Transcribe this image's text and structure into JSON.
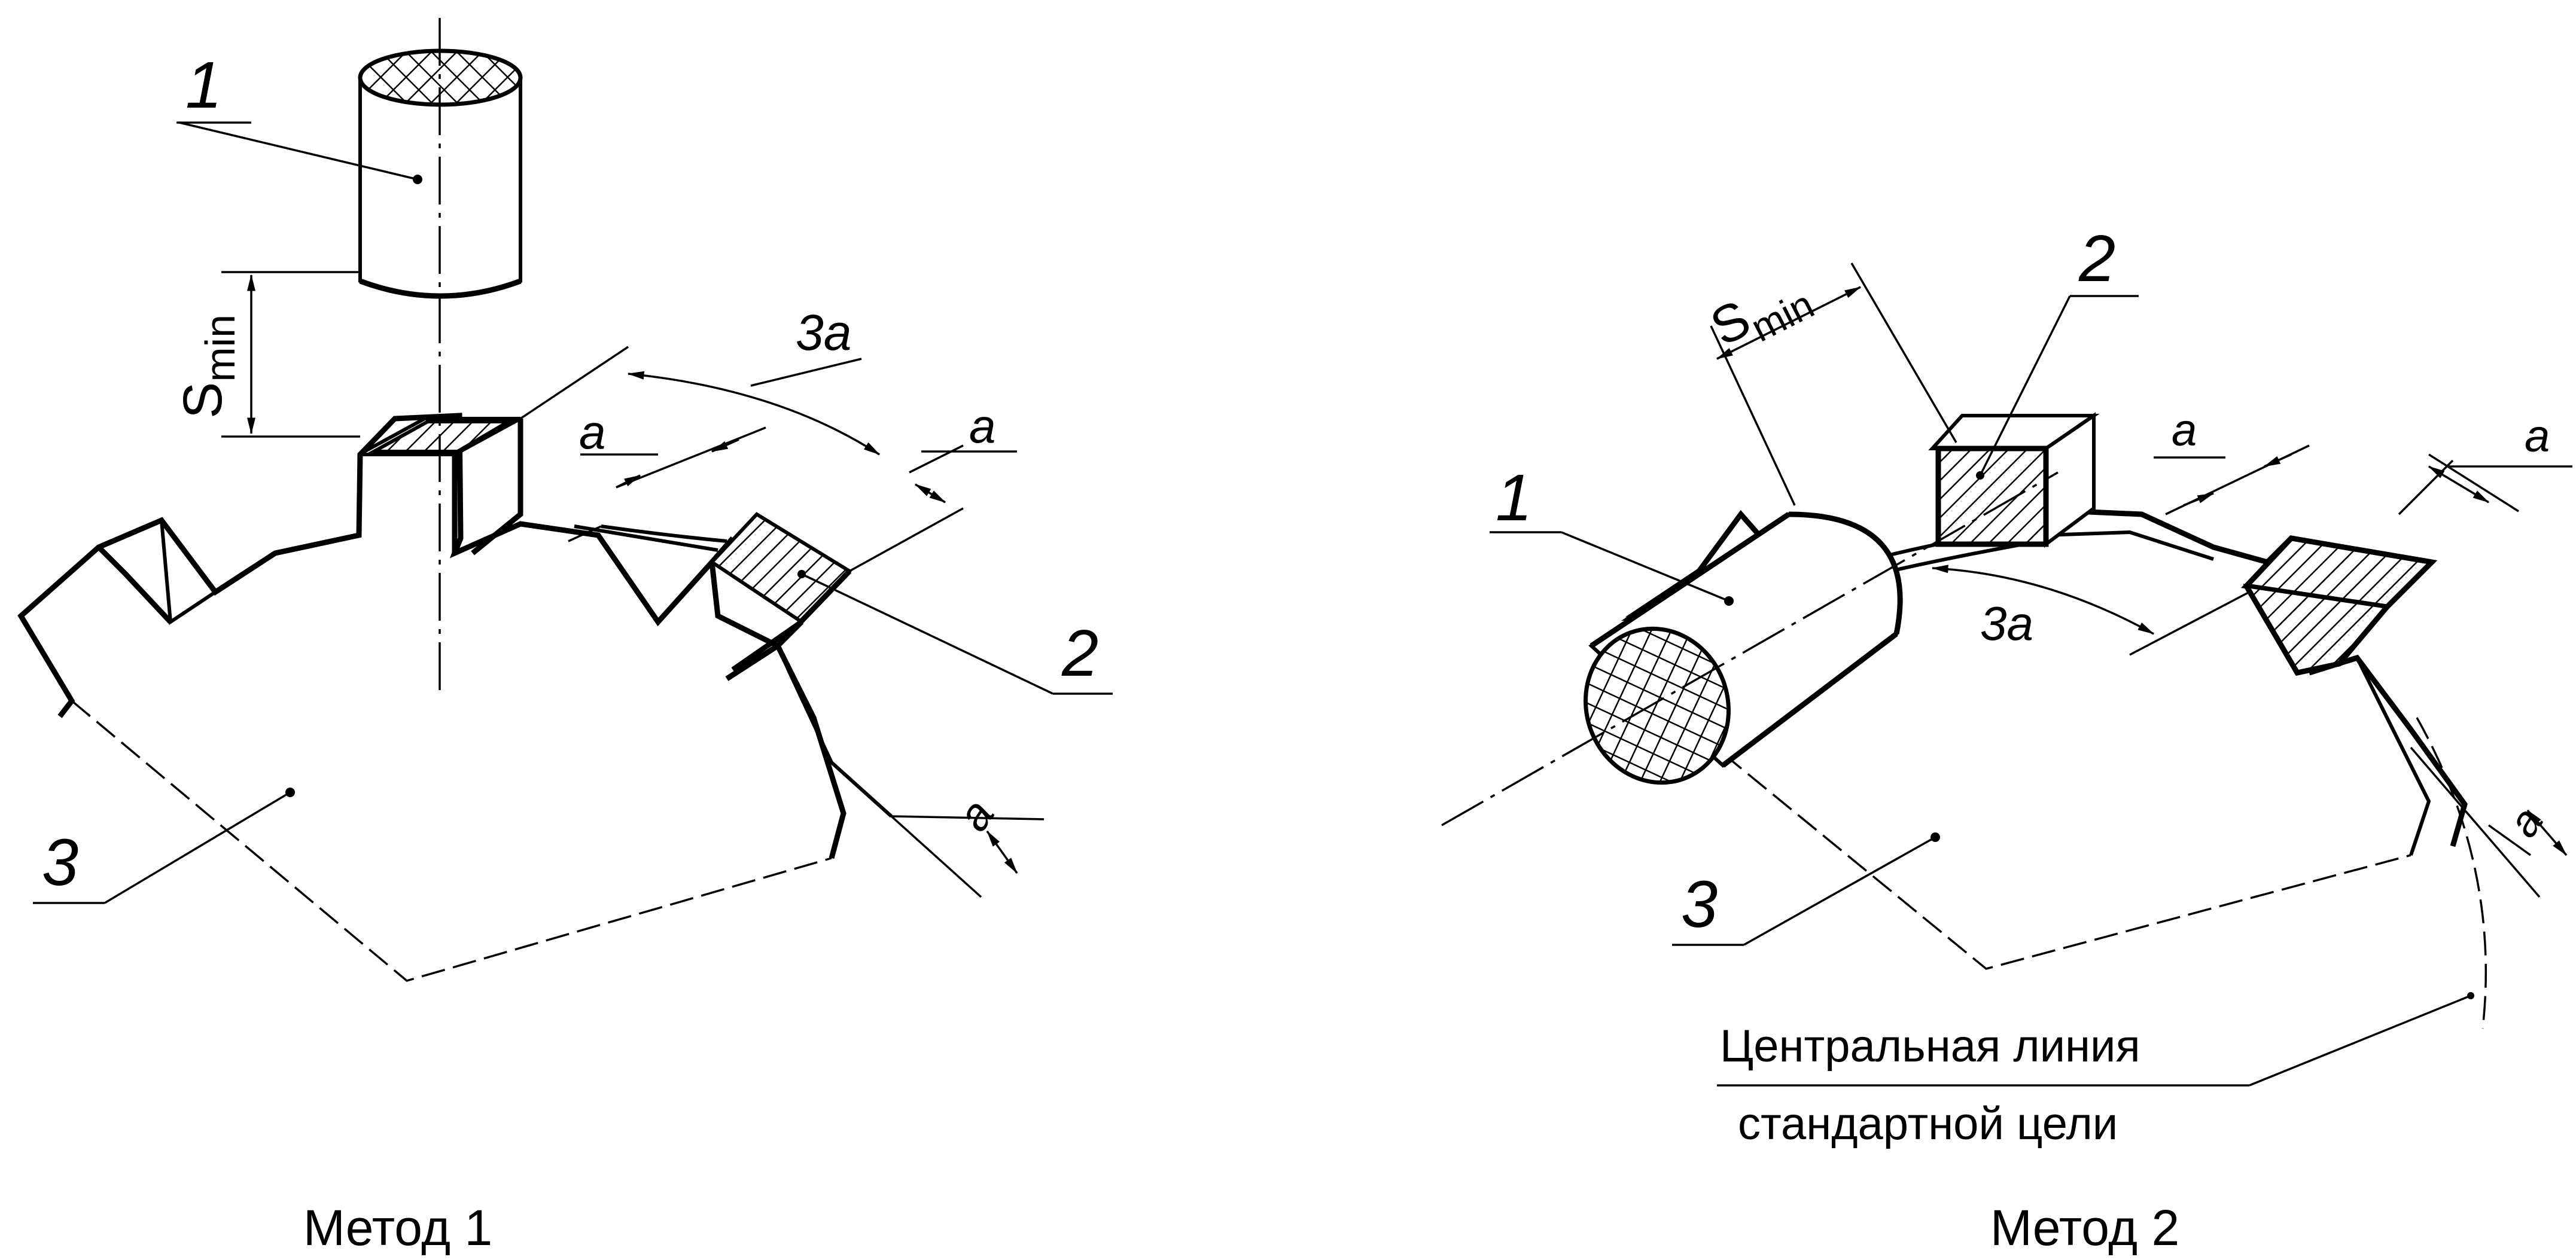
{
  "method1": {
    "caption": "Метод 1",
    "label_1": "1",
    "label_2": "2",
    "label_3": "3",
    "dim_smin_s": "S",
    "dim_smin_sub": "min",
    "dim_3a": "3a",
    "dim_a_left": "a",
    "dim_a_right": "a",
    "dim_a_lower": "a"
  },
  "method2": {
    "caption": "Метод 2",
    "label_1": "1",
    "label_2": "2",
    "label_3": "3",
    "dim_smin_s": "S",
    "dim_smin_sub": "min",
    "dim_3a": "3a",
    "dim_a_left": "a",
    "dim_a_right": "a",
    "dim_a_lower": "a",
    "centerline_note_line1": "Центральная линия",
    "centerline_note_line2": "стандартной цели"
  }
}
